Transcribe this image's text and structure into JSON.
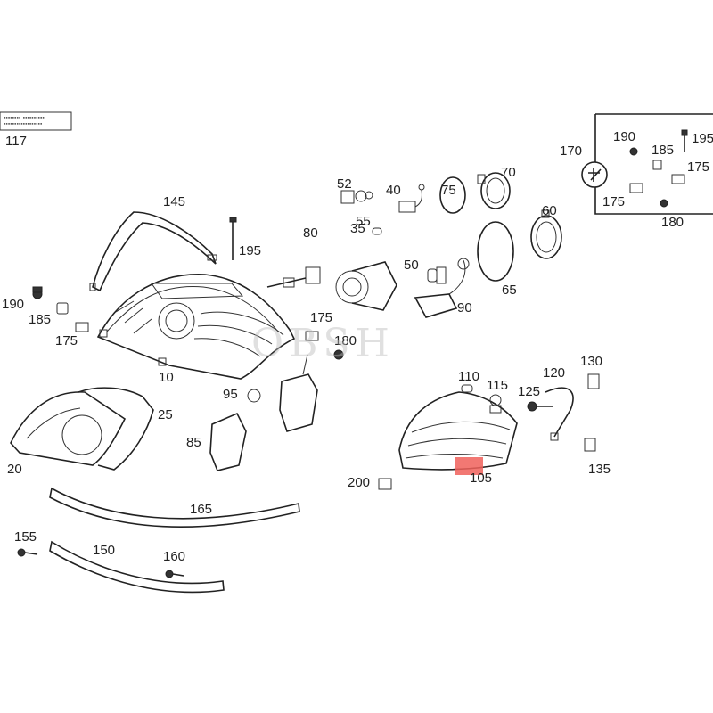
{
  "diagram": {
    "part_numbers": {
      "p10": "10",
      "p20": "20",
      "p25": "25",
      "p35": "35",
      "p40": "40",
      "p50": "50",
      "p52": "52",
      "p55": "55",
      "p60": "60",
      "p65": "65",
      "p70": "70",
      "p75": "75",
      "p80": "80",
      "p85": "85",
      "p90": "90",
      "p95": "95",
      "p105": "105",
      "p110": "110",
      "p115": "115",
      "p117": "117",
      "p120": "120",
      "p125": "125",
      "p130": "130",
      "p135": "135",
      "p145": "145",
      "p150": "150",
      "p155": "155",
      "p160": "160",
      "p165": "165",
      "p170": "170",
      "p175_left": "175",
      "p175_mid": "175",
      "p175_box_top": "175",
      "p175_box_left": "175",
      "p180_mid": "180",
      "p180_box": "180",
      "p185_left": "185",
      "p185_box": "185",
      "p190_left": "190",
      "p190_box": "190",
      "p195_mid": "195",
      "p195_box": "195",
      "p200": "200"
    },
    "watermark": "OBSH",
    "highlight_color": "#f0605a"
  }
}
